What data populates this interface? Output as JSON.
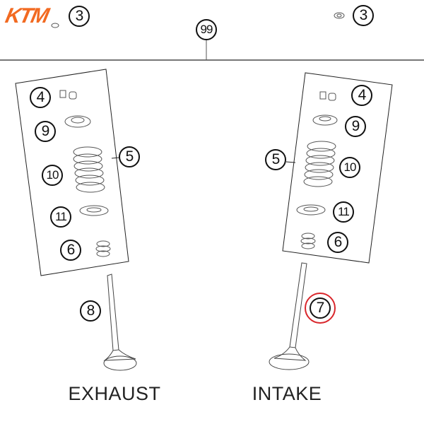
{
  "brand": {
    "logo_text": "KTM",
    "color": "#f26a21"
  },
  "highlight_color": "#d9262b",
  "callouts": {
    "c3_left": "3",
    "c3_right": "3",
    "c99": "99",
    "left": {
      "c4": "4",
      "c9": "9",
      "c10": "10",
      "c11": "11",
      "c6": "6",
      "c5": "5",
      "c8": "8"
    },
    "right": {
      "c4": "4",
      "c9": "9",
      "c10": "10",
      "c11": "11",
      "c6": "6",
      "c5": "5",
      "c7": "7"
    }
  },
  "labels": {
    "exhaust": "EXHAUST",
    "intake": "INTAKE"
  }
}
